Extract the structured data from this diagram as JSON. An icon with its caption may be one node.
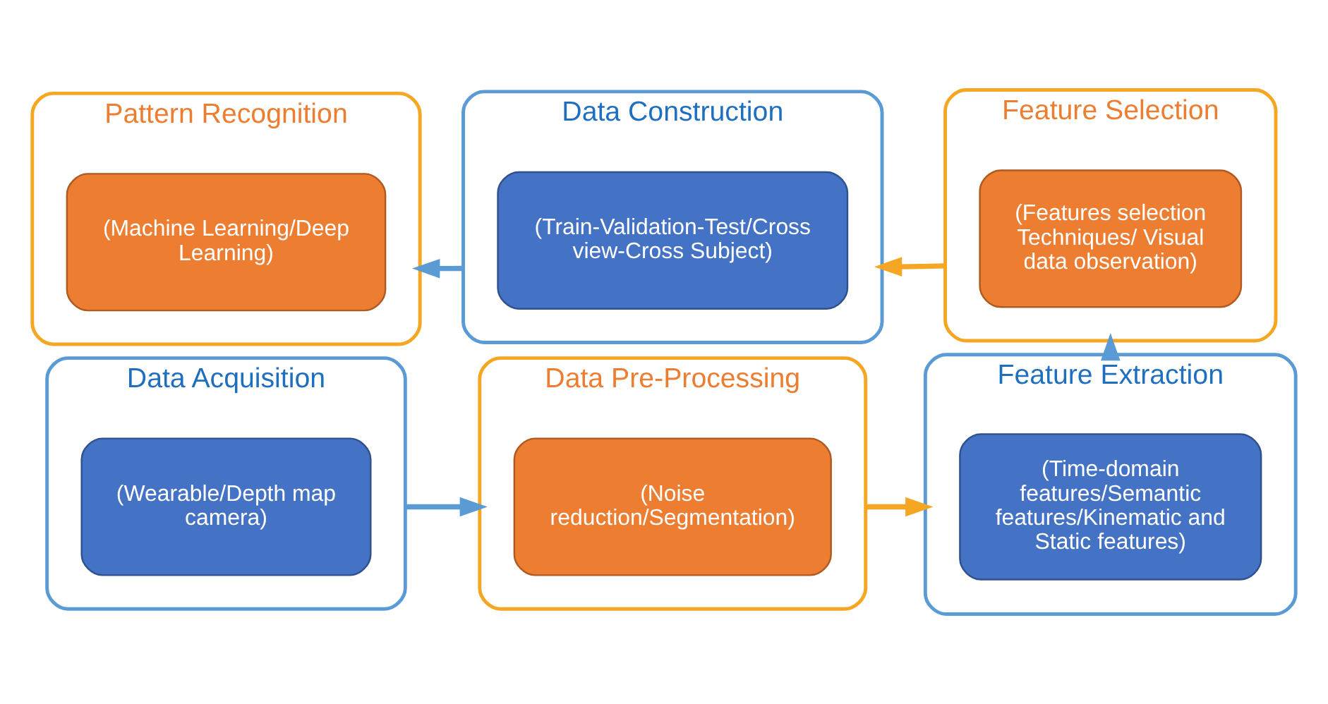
{
  "diagram": {
    "nodes": [
      {
        "text": [
          "Data Acquisition"
        ]
      },
      {
        "text": [
          "(Wearable/Depth map camera)"
        ],
        "in": 0
      },
      {
        "text": [
          "Data Pre-Processing"
        ]
      },
      {
        "text": [
          "(Noise reduction/Segmentation)"
        ],
        "in": 2
      },
      {
        "text": [
          "Feature Extraction"
        ]
      },
      {
        "text": [
          "(Time-domain features/Semantic features/Kinematic and Static features)"
        ],
        "in": 4
      },
      {
        "text": [
          "Pattern Recognition"
        ]
      },
      {
        "text": [
          "(Machine Learning/Deep Learning)"
        ],
        "in": 6
      },
      {
        "text": [
          "Data Construction"
        ]
      },
      {
        "text": [
          "(Train-Validation-Test/Cross view-Cross Subject)"
        ],
        "in": 8
      },
      {
        "text": [
          "Feature Selection"
        ]
      },
      {
        "text": [
          "(Features selection Techniques/ Visual data observation)"
        ],
        "in": 10
      }
    ],
    "edges": [
      {
        "from": 0,
        "to": 2,
        "arrow": "to"
      },
      {
        "from": 2,
        "to": 4,
        "arrow": "to",
        "color": "#f5a623"
      },
      {
        "from": 4,
        "to": 10,
        "arrow": "to"
      },
      {
        "from": 10,
        "to": 8,
        "arrow": "to",
        "color": "#f5a623"
      },
      {
        "from": 8,
        "to": 6,
        "arrow": "to"
      }
    ]
  }
}
